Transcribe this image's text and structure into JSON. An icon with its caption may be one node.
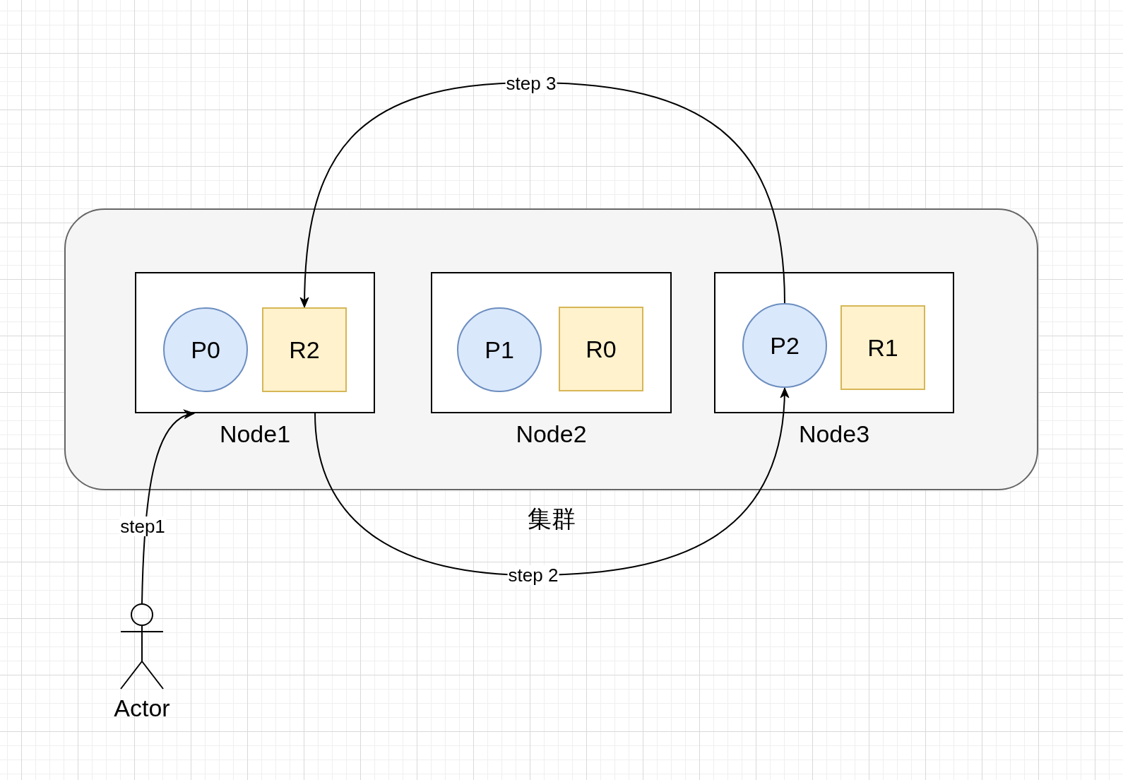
{
  "diagram": {
    "nodes": [
      {
        "text": [
          "集群"
        ]
      },
      {
        "text": [
          "Node1"
        ],
        "in": 0
      },
      {
        "text": [
          "P0"
        ],
        "in": 1
      },
      {
        "text": [
          "R2"
        ],
        "in": 1
      },
      {
        "text": [
          "Node2"
        ],
        "in": 0
      },
      {
        "text": [
          "P1"
        ],
        "in": 4
      },
      {
        "text": [
          "R0"
        ],
        "in": 4
      },
      {
        "text": [
          "Node3"
        ],
        "in": 0
      },
      {
        "text": [
          "P2"
        ],
        "in": 7
      },
      {
        "text": [
          "R1"
        ],
        "in": 7
      },
      {
        "text": [],
        "shape": "person",
        "beside": [
          "Actor"
        ]
      }
    ],
    "edges": [
      {
        "from": 10,
        "to": 1,
        "arrow": "to",
        "label": "step1"
      },
      {
        "from": 1,
        "to": 8,
        "arrow": "to",
        "label": "step 2"
      },
      {
        "from": 8,
        "to": 3,
        "arrow": "to",
        "label": "step 3"
      }
    ]
  }
}
